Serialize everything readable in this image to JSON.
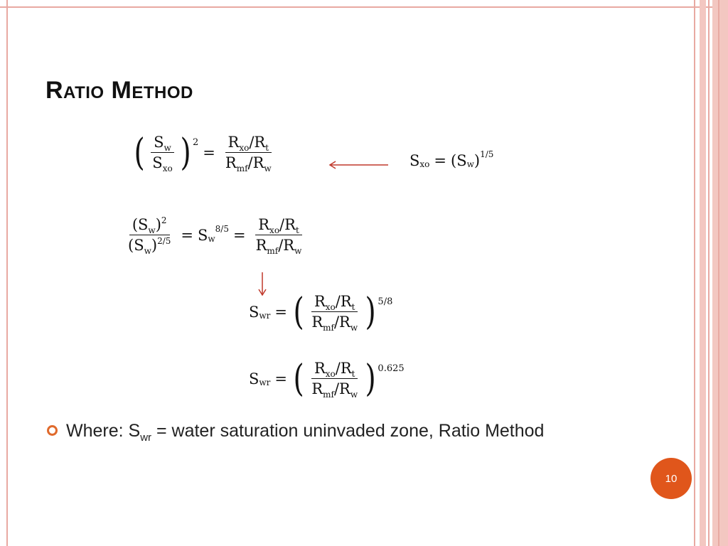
{
  "slide": {
    "title": "Ratio Method",
    "page_number": "10",
    "accent_color": "#e0561b",
    "border_color": "#e8a9a2"
  },
  "equations": {
    "eq1": {
      "lhs_num": "S",
      "lhs_num_sub": "w",
      "lhs_den": "S",
      "lhs_den_sub": "xo",
      "lhs_exp": "2",
      "equals": "=",
      "rhs_num": "R",
      "rhs_num_sub": "xo",
      "rhs_num_slash": "/R",
      "rhs_num_sub2": "t",
      "rhs_den": "R",
      "rhs_den_sub": "mf",
      "rhs_den_slash": "/R",
      "rhs_den_sub2": "w"
    },
    "eq_side": {
      "lhs": "S",
      "lhs_sub": "xo",
      "equals": "=",
      "rhs": "(S",
      "rhs_sub": "w",
      "rhs_close": ")",
      "rhs_exp": "1/5"
    },
    "eq2": {
      "num": "(S",
      "num_sub": "w",
      "num_close": ")",
      "num_exp": "2",
      "den": "(S",
      "den_sub": "w",
      "den_close": ")",
      "den_exp": "2/5",
      "equals": "=",
      "mid": "S",
      "mid_sub": "w",
      "mid_exp": "8/5",
      "equals2": "=",
      "rhs_num": "R",
      "rhs_num_sub": "xo",
      "rhs_num_slash": "/R",
      "rhs_num_sub2": "t",
      "rhs_den": "R",
      "rhs_den_sub": "mf",
      "rhs_den_slash": "/R",
      "rhs_den_sub2": "w"
    },
    "eq3": {
      "lhs": "S",
      "lhs_sub": "wr",
      "equals": "=",
      "rhs_num": "R",
      "rhs_num_sub": "xo",
      "rhs_num_slash": "/R",
      "rhs_num_sub2": "t",
      "rhs_den": "R",
      "rhs_den_sub": "mf",
      "rhs_den_slash": "/R",
      "rhs_den_sub2": "w",
      "exp": "5/8"
    },
    "eq4": {
      "lhs": "S",
      "lhs_sub": "wr",
      "equals": "=",
      "rhs_num": "R",
      "rhs_num_sub": "xo",
      "rhs_num_slash": "/R",
      "rhs_num_sub2": "t",
      "rhs_den": "R",
      "rhs_den_sub": "mf",
      "rhs_den_slash": "/R",
      "rhs_den_sub2": "w",
      "exp": "0.625"
    }
  },
  "bullet": {
    "prefix": "Where: S",
    "sub": "wr",
    "text": "  =  water saturation uninvaded zone, Ratio Method"
  }
}
